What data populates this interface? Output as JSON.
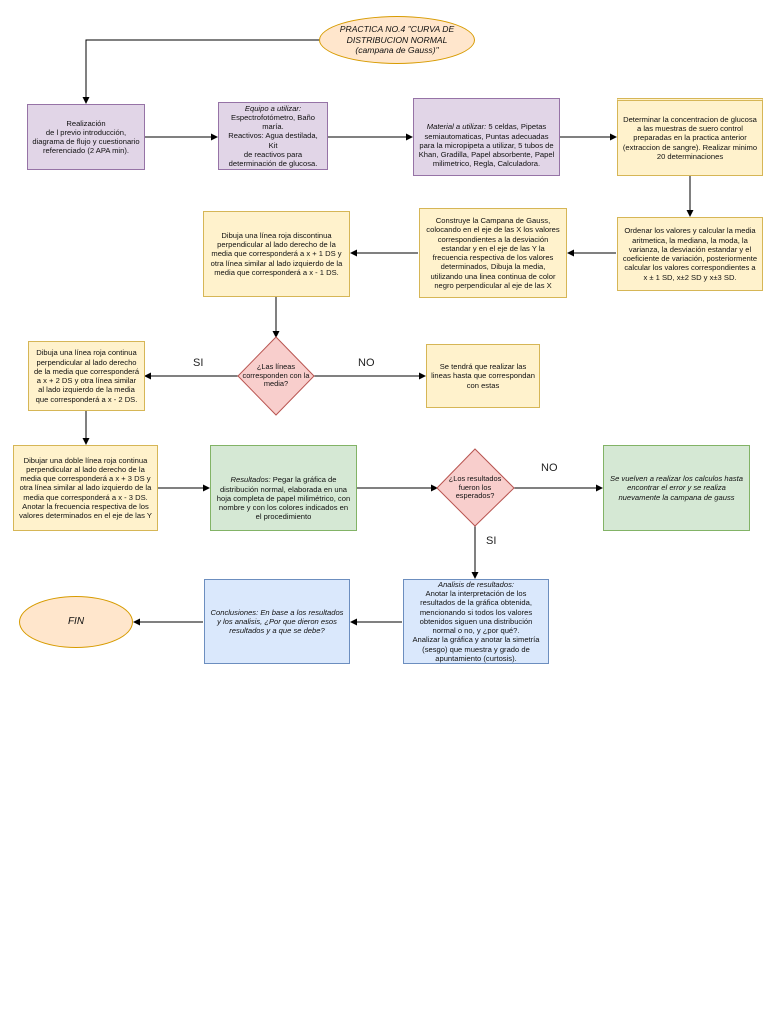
{
  "nodes": {
    "title": "PRACTICA NO.4 \"CURVA DE DISTRIBUCION NORMAL (campana de Gauss)\"",
    "realizacion": "Realización\nde l previo introducción,\ndiagrama de flujo y cuestionario\nreferenciado (2 APA min).",
    "equipo_heading": "Equipo a utilizar:",
    "equipo_body": "Espectrofotómetro, Baño\nmaría.\nReactivos: Agua destilada, Kit\nde reactivos para\ndeterminación de glucosa.",
    "material_heading": "Material a utilizar:",
    "material_body": " 5 celdas, Pipetas semiautomaticas, Puntas adecuadas para la micropipeta a utilizar, 5 tubos de Khan, Gradilla, Papel absorbente, Papel milimetrico, Regla, Calculadora.",
    "determinar": "Determinar la concentracion de glucosa a las muestras de suero control preparadas en la practica anterior (extraccion de sangre). Realizar minimo 20 determinaciones",
    "ordenar": "Ordenar los valores y calcular la media aritmetica, la mediana, la moda, la varianza, la desviación estandar y el coeficiente de variación, posteriormente calcular los valores correspondientes a x ± 1 SD, x±2 SD y x±3 SD.",
    "construye": "Construye la Campana de Gauss, colocando en el eje de las X los valores correspondientes a la desviación estandar y en el eje de las Y la frecuencia respectiva de los valores determinados, Dibuja la media, utilizando una linea continua de color negro perpendicular al eje de las X",
    "discontinua": "Dibuja una línea roja discontinua perpendicular al lado derecho de la media que corresponderá a x + 1 DS y otra línea similar al lado izquierdo de la media que corresponderá a x - 1 DS.",
    "decision1": "¿Las líneas corresponden con la media?",
    "label_si1": "SI",
    "label_no1": "NO",
    "repetir_lineas": "Se tendrá que realizar las lineas hasta que correspondan con estas",
    "continua2": "Dibuja una línea roja continua perpendicular al lado derecho de la media que corresponderá a x + 2 DS y otra línea similar al lado izquierdo de la media que corresponderá a x - 2 DS.",
    "doble3": "Dibujar una doble línea roja continua perpendicular al lado derecho de la media que corresponderá a x + 3 DS y otra línea similar al lado izquierdo de la media que corresponderá a x - 3 DS.\nAnotar la frecuencia respectiva de los valores determinados en el eje de las Y",
    "resultados_heading": "Resultados:",
    "resultados_body": " Pegar la gráfica de distribución normal, elaborada en una hoja completa de papel milimétrico, con nombre y con los colores indicados en el procedimiento",
    "decision2": "¿Los resultados fueron los esperados?",
    "label_no2": "NO",
    "label_si2": "SI",
    "repetir_calculos": "Se vuelven a realizar los calculos hasta encontrar el error y se realiza nuevamente la campana de gauss",
    "analisis_heading": "Analisis de resultados:",
    "analisis_body": "Anotar la interpretación de los resultados de la gráfica obtenida, mencionando si todos los valores obtenidos siguen una distribución normal o no, y ¿por qué?.\nAnalizar la gráfica y anotar la simetría (sesgo) que muestra y grado de apuntamiento (curtosis).",
    "conclusiones": "Conclusiones: En base a los resultados y los analisis, ¿Por que dieron esos resultados y a que se debe?",
    "fin": "FIN"
  },
  "colors": {
    "purple_fill": "#e1d5e7",
    "yellow_fill": "#fff2cc",
    "green_fill": "#d5e8d4",
    "blue_fill": "#dae8fc",
    "orange_fill": "#ffe6cc",
    "decision_fill": "#f8cecc",
    "decision_stroke": "#b85450"
  }
}
